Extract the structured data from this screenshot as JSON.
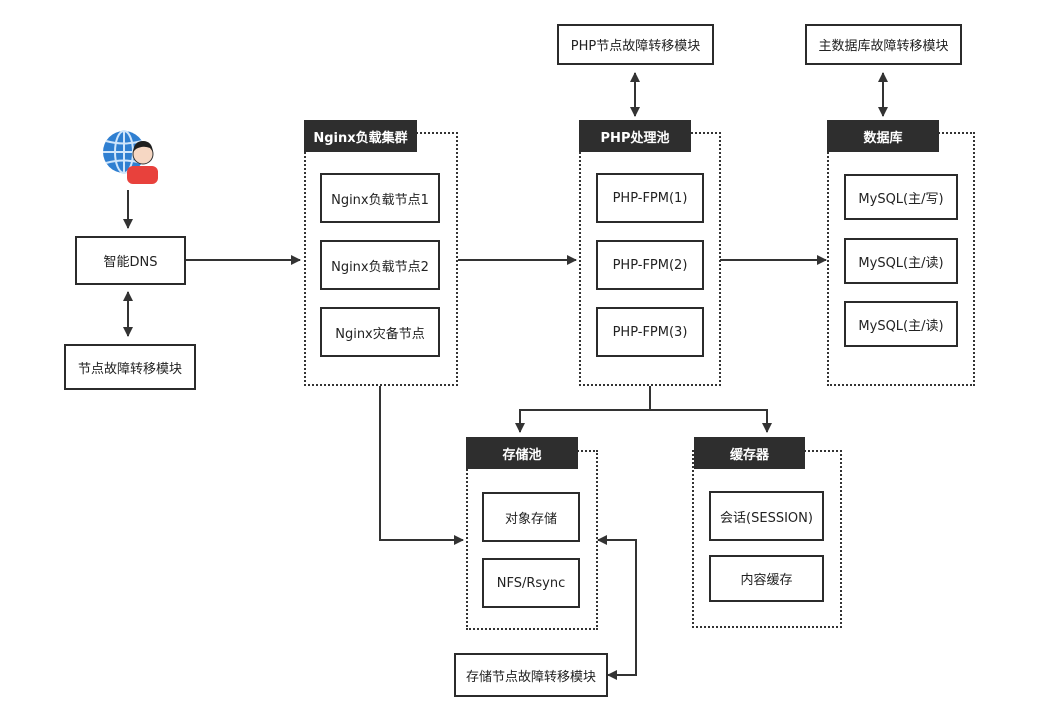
{
  "user": {
    "icon": "user-globe-icon"
  },
  "dns": {
    "label": "智能DNS",
    "failover": "节点故障转移模块"
  },
  "nginx": {
    "title": "Nginx负载集群",
    "nodes": [
      "Nginx负载节点1",
      "Nginx负载节点2",
      "Nginx灾备节点"
    ]
  },
  "php": {
    "title": "PHP处理池",
    "failover": "PHP节点故障转移模块",
    "nodes": [
      "PHP-FPM(1)",
      "PHP-FPM(2)",
      "PHP-FPM(3)"
    ]
  },
  "db": {
    "title": "数据库",
    "failover": "主数据库故障转移模块",
    "nodes": [
      "MySQL(主/写)",
      "MySQL(主/读)",
      "MySQL(主/读)"
    ]
  },
  "storage": {
    "title": "存储池",
    "failover": "存储节点故障转移模块",
    "nodes": [
      "对象存储",
      "NFS/Rsync"
    ]
  },
  "cache": {
    "title": "缓存器",
    "nodes": [
      "会话(SESSION)",
      "内容缓存"
    ]
  },
  "colors": {
    "line": "#333333",
    "header_bg": "#2e2e2e",
    "globe": "#2f7fd1",
    "person": "#e8413c"
  }
}
